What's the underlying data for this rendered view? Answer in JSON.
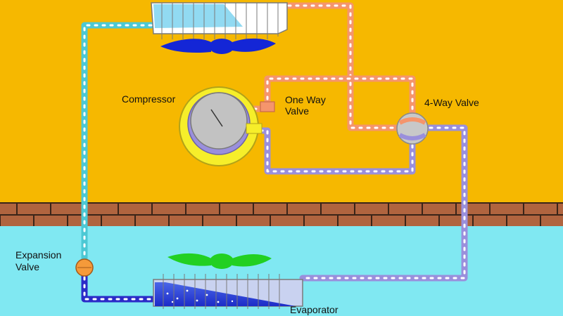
{
  "labels": {
    "compressor": "Compressor",
    "one_way_valve_line1": "One Way",
    "one_way_valve_line2": "Valve",
    "four_way_valve": "4-Way Valve",
    "expansion_valve_line1": "Expansion",
    "expansion_valve_line2": "Valve",
    "evaporator": "Evaporator"
  },
  "colors": {
    "outdoor_bg": "#f6b800",
    "indoor_bg": "#80e8f2",
    "wall_brick": "#b0643f",
    "wall_mortar": "#3a2418",
    "pipe_hot": "#f5956c",
    "pipe_liquid": "#4cc8d4",
    "pipe_suction": "#9a8fdc",
    "pipe_cold_liquid": "#2b2bc8",
    "fan_outdoor": "#1426d6",
    "fan_indoor": "#22d022",
    "compressor_ring": "#f6ee2a",
    "expansion_valve": "#f59a3a"
  },
  "icons": {
    "condenser_fan": "fan-blade-icon",
    "evaporator_fan": "fan-blade-icon",
    "compressor": "compressor-icon",
    "four_way_valve": "valve-icon",
    "expansion_valve": "valve-icon"
  }
}
